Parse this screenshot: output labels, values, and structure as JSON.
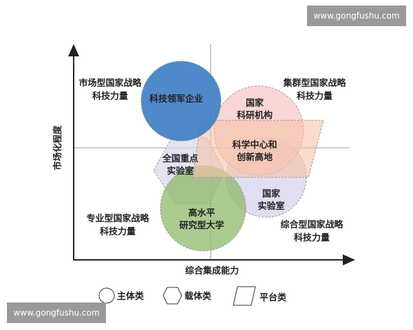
{
  "watermarks": [
    "www.gongfushu.com",
    "www.gongfushu.com"
  ],
  "axes": {
    "x_label": "综合集成能力",
    "y_label": "市场化程度"
  },
  "quadrants": {
    "top_left": [
      "市场型国家战略",
      "科技力量"
    ],
    "top_right": [
      "集群型国家战略",
      "科技力量"
    ],
    "bottom_left": [
      "专业型国家战略",
      "科技力量"
    ],
    "bottom_right": [
      "综合型国家战略",
      "科技力量"
    ]
  },
  "shapes": {
    "enterprise": {
      "lines": [
        "科技领军企业"
      ],
      "color": "#3f7fc4"
    },
    "research_institute": {
      "lines": [
        "国家",
        "科研机构"
      ],
      "color": "#f6c4c4"
    },
    "science_center": {
      "lines": [
        "科学中心和",
        "创新高地"
      ],
      "color": "#f7c3a6"
    },
    "key_lab": {
      "lines": [
        "全国重点",
        "实验室"
      ],
      "color": "#d9d9ea"
    },
    "national_lab": {
      "lines": [
        "国家",
        "实验室"
      ],
      "color": "#d6d3ec"
    },
    "university": {
      "lines": [
        "高水平",
        "研究型大学"
      ],
      "color": "#8fb86a"
    }
  },
  "legend": [
    {
      "shape": "circle",
      "label": "主体类"
    },
    {
      "shape": "hexagon",
      "label": "载体类"
    },
    {
      "shape": "parallelogram",
      "label": "平台类"
    }
  ]
}
